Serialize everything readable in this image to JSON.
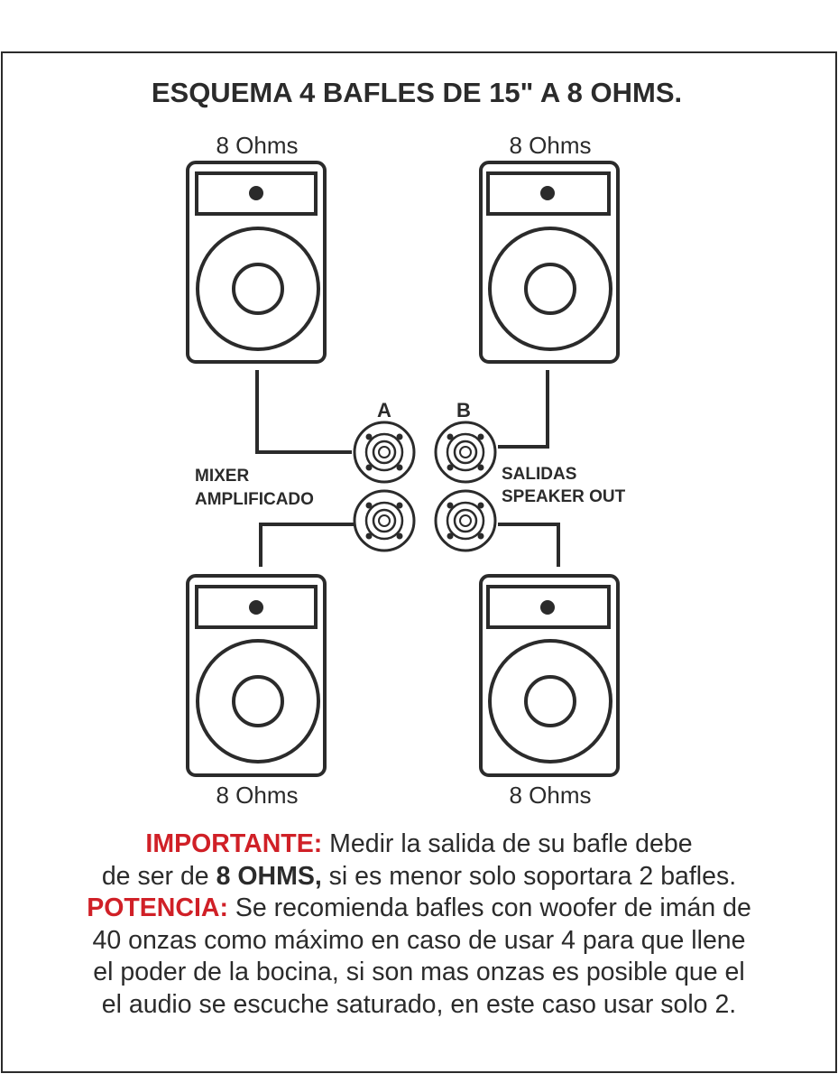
{
  "title": "ESQUEMA 4 BAFLES DE 15\" A 8 OHMS.",
  "speakers": [
    {
      "impedance": "8 Ohms"
    },
    {
      "impedance": "8 Ohms"
    },
    {
      "impedance": "8 Ohms"
    },
    {
      "impedance": "8 Ohms"
    }
  ],
  "connectors": {
    "label_a": "A",
    "label_b": "B",
    "left_label_line1": "MIXER",
    "left_label_line2": "AMPLIFICADO",
    "right_label_line1": "SALIDAS",
    "right_label_line2": "SPEAKER OUT"
  },
  "note": {
    "important_label": "IMPORTANTE:",
    "important_text_1": " Medir la salida de su bafle debe",
    "important_text_2a": "de ser de ",
    "important_text_2b": "8 OHMS,",
    "important_text_2c": " si es menor solo soportara 2 bafles.",
    "power_label": "POTENCIA:",
    "power_text_1": " Se recomienda bafles con woofer de imán de",
    "power_text_2": "40 onzas como máximo en caso de usar 4 para que llene",
    "power_text_3": "el poder de la bocina, si son mas onzas es posible que el",
    "power_text_4": "el audio se escuche saturado, en este caso usar solo 2."
  },
  "colors": {
    "line": "#2b2b2b",
    "accent_red": "#d02027",
    "background": "#ffffff"
  }
}
